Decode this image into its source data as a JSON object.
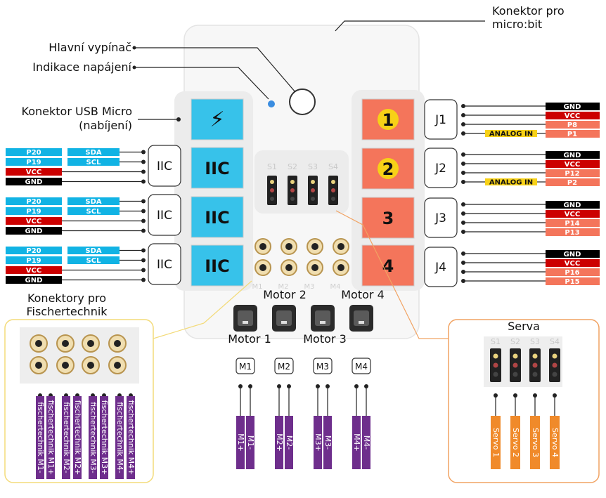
{
  "callouts": {
    "microbit": "Konektor pro micro:bit",
    "microbit_l1": "Konektor pro",
    "microbit_l2": "micro:bit",
    "power_switch": "Hlavní vypínač",
    "power_led": "Indikace napájení",
    "usb_l1": "Konektor USB  Micro",
    "usb_l2": "(nabíjení)"
  },
  "board": {
    "usb_symbol": "⚡",
    "iic_port_label": "IIC",
    "servo_pin_labels": [
      "S1",
      "S2",
      "S3",
      "S4"
    ],
    "motor_labels": [
      "M1",
      "M2",
      "M3",
      "M4"
    ],
    "ports": [
      {
        "number": "1",
        "highlight": true
      },
      {
        "number": "2",
        "highlight": true
      },
      {
        "number": "3",
        "highlight": false
      },
      {
        "number": "4",
        "highlight": false
      }
    ]
  },
  "iic_groups": [
    {
      "label": "IIC",
      "rows": [
        {
          "pin": "P20",
          "fn": "SDA"
        },
        {
          "pin": "P19",
          "fn": "SCL"
        },
        {
          "pin": "VCC"
        },
        {
          "pin": "GND"
        }
      ]
    },
    {
      "label": "IIC",
      "rows": [
        {
          "pin": "P20",
          "fn": "SDA"
        },
        {
          "pin": "P19",
          "fn": "SCL"
        },
        {
          "pin": "VCC"
        },
        {
          "pin": "GND"
        }
      ]
    },
    {
      "label": "IIC",
      "rows": [
        {
          "pin": "P20",
          "fn": "SDA"
        },
        {
          "pin": "P19",
          "fn": "SCL"
        },
        {
          "pin": "VCC"
        },
        {
          "pin": "GND"
        }
      ]
    }
  ],
  "j_ports": [
    {
      "label": "J1",
      "rows": [
        "GND",
        "VCC",
        "P8",
        "P1"
      ],
      "analog": "ANALOG IN"
    },
    {
      "label": "J2",
      "rows": [
        "GND",
        "VCC",
        "P12",
        "P2"
      ],
      "analog": "ANALOG IN"
    },
    {
      "label": "J3",
      "rows": [
        "GND",
        "VCC",
        "P14",
        "P13"
      ],
      "analog": ""
    },
    {
      "label": "J4",
      "rows": [
        "GND",
        "VCC",
        "P16",
        "P15"
      ],
      "analog": ""
    }
  ],
  "motors": {
    "top_labels": [
      "Motor 2",
      "Motor 4"
    ],
    "bottom_labels": [
      "Motor 1",
      "Motor 3"
    ],
    "boxes": [
      "M1",
      "M2",
      "M3",
      "M4"
    ],
    "wires": [
      [
        "M1+",
        "M1-"
      ],
      [
        "M2+",
        "M2-"
      ],
      [
        "M3+",
        "M3-"
      ],
      [
        "M4+",
        "M4-"
      ]
    ]
  },
  "fischertechnik": {
    "title_l1": "Konektory pro",
    "title_l2": "Fischertechnik",
    "wires": [
      "fischertechnik  M1-",
      "fischertechnik  M1+",
      "fischertechnik  M2-",
      "fischertechnik  M2+",
      "fischertechnik  M3-",
      "fischertechnik  M3+",
      "fischertechnik  M4-",
      "fischertechnik  M4+"
    ]
  },
  "servo": {
    "title": "Serva",
    "pin_labels": [
      "S1",
      "S2",
      "S3",
      "S4"
    ],
    "wires": [
      "Servo 1",
      "Servo 2",
      "Servo 3",
      "Servo 4"
    ]
  },
  "colors": {
    "cyan": "#11b3e4",
    "red": "#cc0000",
    "black": "#000000",
    "salmon": "#f4755b",
    "yellow": "#f7d117",
    "purple": "#6e2e8c",
    "orange": "#f08a2a",
    "ft_frame": "#f3db7a",
    "servo_frame": "#f1a363"
  }
}
